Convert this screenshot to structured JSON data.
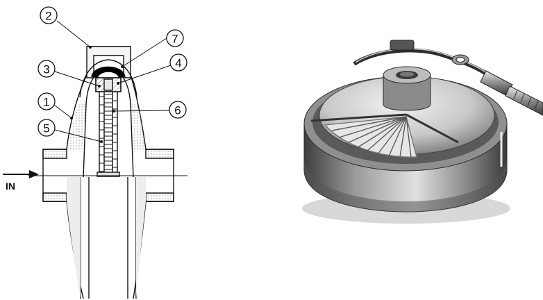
{
  "left_figure": {
    "callouts": [
      "2",
      "7",
      "3",
      "4",
      "1",
      "6",
      "5"
    ],
    "inlet_label": "IN"
  },
  "right_figure": {
    "image_kind": "photo-of-valve"
  },
  "colors": {
    "ink": "#111111",
    "seal_black": "#000000",
    "shadow_gray": "#b5b5b5",
    "metal_light": "#dcdcdc",
    "metal_mid": "#9a9a9a",
    "metal_dark": "#4a4a4a"
  }
}
